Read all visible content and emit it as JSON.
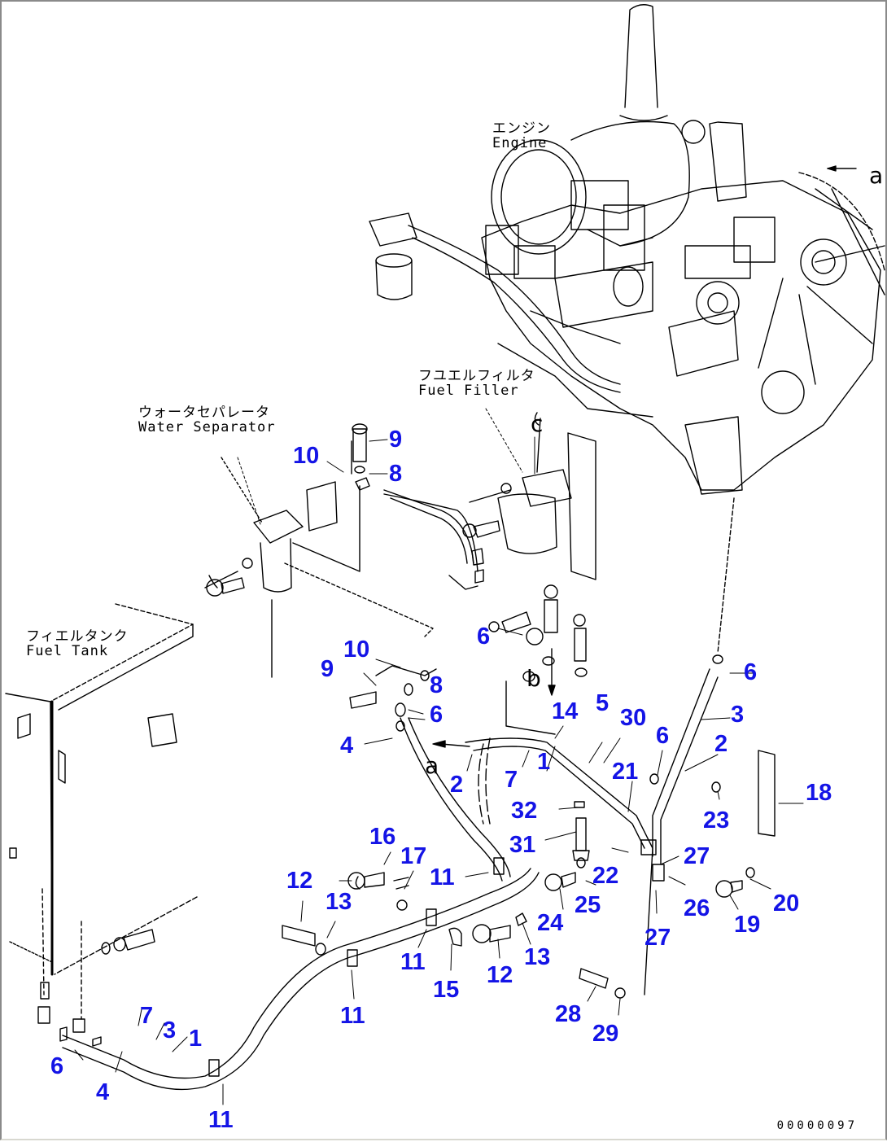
{
  "diagram": {
    "title": "Fuel Piping Parts Diagram",
    "callout_color": "#1414e6",
    "line_color": "#000000",
    "drawing_code": "00000097",
    "components": [
      {
        "id": "engine",
        "jp": "エンジン",
        "en": "Engine"
      },
      {
        "id": "fuel-filter",
        "jp": "フユエルフィルタ",
        "en": "Fuel Filler"
      },
      {
        "id": "water-separator",
        "jp": "ウォータセパレータ",
        "en": "Water Separator"
      },
      {
        "id": "fuel-tank",
        "jp": "フィエルタンク",
        "en": "Fuel Tank"
      }
    ],
    "reference_marks": {
      "a": "a",
      "b": "b",
      "c": "c"
    },
    "callouts": [
      "9",
      "10",
      "8",
      "6",
      "10",
      "9",
      "8",
      "6",
      "4",
      "14",
      "5",
      "30",
      "1",
      "2",
      "7",
      "21",
      "32",
      "31",
      "6",
      "3",
      "6",
      "2",
      "18",
      "23",
      "27",
      "22",
      "25",
      "24",
      "26",
      "27",
      "19",
      "20",
      "16",
      "17",
      "12",
      "13",
      "11",
      "11",
      "12",
      "13",
      "15",
      "11",
      "28",
      "29",
      "7",
      "3",
      "1",
      "6",
      "4",
      "11"
    ]
  }
}
